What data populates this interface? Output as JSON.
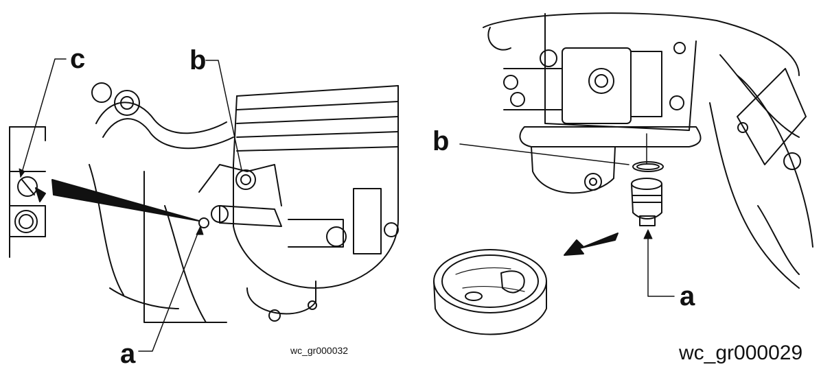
{
  "left_figure": {
    "callouts": {
      "a": "a",
      "b": "b",
      "c": "c"
    },
    "code": "wc_gr000032"
  },
  "right_figure": {
    "callouts": {
      "a": "a",
      "b": "b"
    },
    "code": "wc_gr000029"
  },
  "colors": {
    "line": "#111111",
    "background": "#ffffff"
  }
}
